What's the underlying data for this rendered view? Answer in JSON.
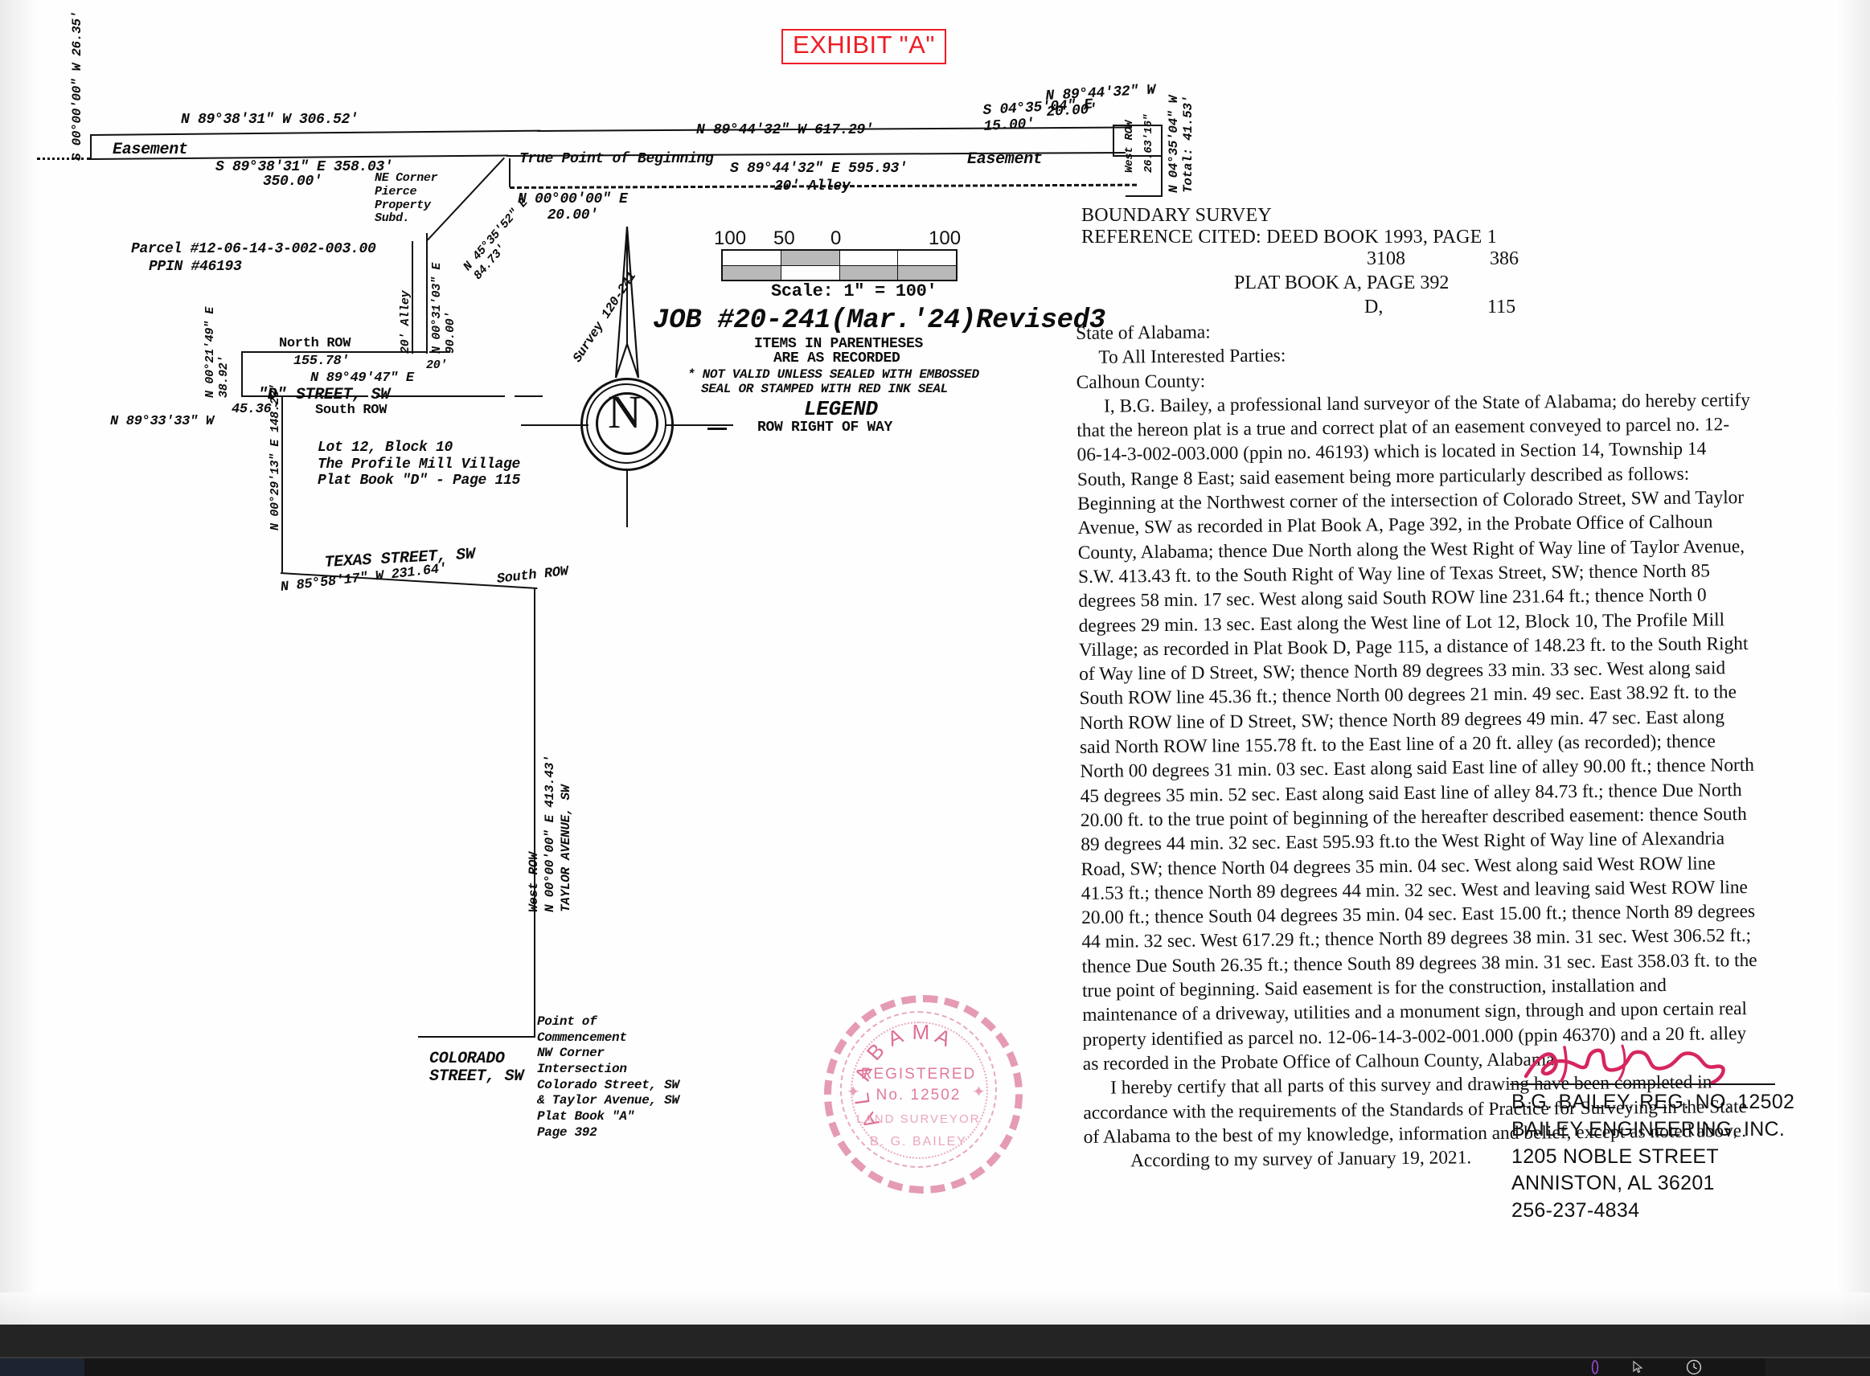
{
  "document": {
    "exhibit_stamp": "EXHIBIT \"A\"",
    "job_number": "JOB #20-241(Mar.'24)Revised3",
    "survey_label": "Survey 120-241"
  },
  "scale": {
    "ticks": [
      "100",
      "50",
      "0",
      "100"
    ],
    "caption": "Scale:   1\" = 100'"
  },
  "notes": {
    "parentheses_1": "ITEMS IN PARENTHESES",
    "parentheses_2": "ARE AS RECORDED",
    "seal_note_1": "* NOT VALID UNLESS SEALED WITH EMBOSSED",
    "seal_note_2": "SEAL OR STAMPED WITH RED INK SEAL"
  },
  "legend": {
    "title": "LEGEND",
    "items": [
      {
        "symbol": "line",
        "label": "ROW  RIGHT OF WAY"
      }
    ]
  },
  "drawing": {
    "labels": {
      "easement_left": "Easement",
      "easement_right": "Easement",
      "alley_20": "20' Alley",
      "alley_20_vertical": "20' Alley",
      "alley_20_short": "20'",
      "true_point_of_beginning": "True Point of Beginning",
      "ne_corner": "NE Corner\nPierce\nProperty\nSubd.",
      "parcel_no": "Parcel #12-06-14-3-002-003.00",
      "ppin_no": "PPIN #46193",
      "north_row": "North ROW",
      "south_row_d": "South ROW",
      "d_street": "\"D\" STREET, SW",
      "lot_block": "Lot 12, Block 10",
      "subdivision": "The Profile Mill Village",
      "platbook_d": "Plat Book \"D\" - Page 115",
      "texas_street": "TEXAS STREET, SW",
      "south_row_texas": "South ROW",
      "taylor_avenue": "TAYLOR AVENUE, SW",
      "west_row_taylor": "West ROW",
      "west_row_alex": "West ROW",
      "colorado_street": "COLORADO\nSTREET, SW",
      "point_of_commencement": "Point of\nCommencement\nNW Corner\nIntersection\nColorado Street, SW\n& Taylor Avenue, SW\nPlat Book \"A\"\nPage 392"
    },
    "bearings": {
      "b_s00_2635": "S 00°00'00\" W\n26.35'",
      "b_n8938_30652": "N 89°38'31\" W  306.52'",
      "b_s8938_35803": "S 89°38'31\" E  358.03'",
      "b_35000": "350.00'",
      "b_n8944_61729": "N 89°44'32\" W  617.29'",
      "b_s8944_59593": "S 89°44'32\" E  595.93'",
      "b_n0000_2000": "N 00°00'00\" E\n20.00'",
      "b_s0435_1500": "S 04°35'04\" E\n15.00'",
      "b_n8944_2000": "N 89°44'32\" W\n20.00'",
      "b_n0435_2663": "26.63'16\"",
      "b_n0435_total": "N 04°35'04\" W\nTotal: 41.53'",
      "b_n4535_8473": "N 45°35'52\" E\n84.73'",
      "b_n0031_9000": "N 00°31'03\" E\n90.00'",
      "b_n0021_3892": "N 00°21'49\" E\n38.92'",
      "b_n8933_4536": "N 89°33'33\" W",
      "b_4536": "45.36'",
      "b_n8949_15578": "N 89°49'47\" E",
      "b_15578": "155.78'",
      "b_n0029_14823": "N 00°29'13\" E  148.23'",
      "b_n8558_23164": "N 85°58'17\" W  231.64'",
      "b_n0000_41343": "N 00°00'00\" E  413.43'"
    }
  },
  "certificate": {
    "title": "BOUNDARY SURVEY",
    "reference_line": "REFERENCE CITED: DEED BOOK 1993, PAGE 1",
    "reference_row2_col1": "3108",
    "reference_row2_col2": "386",
    "plat_book_line": "PLAT BOOK A,    PAGE 392",
    "plat_book_row2_col1": "D,",
    "plat_book_row2_col2": "115",
    "state": "State of Alabama:",
    "parties": "To All Interested Parties:",
    "county": "Calhoun County:",
    "paragraph_1": "I, B.G. Bailey, a professional land surveyor of the State of Alabama; do hereby certify that the hereon plat is a true and correct plat of an easement conveyed to parcel no. 12-06-14-3-002-003.000 (ppin no. 46193) which is located in Section 14, Township 14 South, Range 8 East; said easement being more particularly described as follows: Beginning at the Northwest corner of the intersection of Colorado Street, SW and Taylor Avenue, SW as recorded in Plat Book A, Page 392, in the Probate Office of Calhoun County, Alabama; thence Due North along the West Right of Way line of Taylor Avenue, S.W. 413.43 ft. to the South Right of Way line of Texas Street, SW; thence North 85 degrees 58 min. 17 sec. West along said South ROW line 231.64 ft.; thence North 0 degrees 29 min. 13 sec. East along the West line of Lot 12, Block 10, The Profile Mill Village; as recorded in Plat Book D, Page 115, a distance of 148.23 ft. to the South Right of Way line of D Street, SW; thence North 89 degrees 33 min. 33 sec. West along said South ROW line 45.36 ft.; thence North 00 degrees 21 min. 49 sec. East 38.92 ft. to the North ROW line of D Street, SW; thence North 89 degrees 49 min. 47 sec. East along said North ROW line 155.78 ft. to the East line of a 20 ft. alley (as recorded); thence North 00 degrees 31 min. 03 sec. East along said East line of alley 90.00 ft.; thence North 45 degrees 35 min. 52 sec. East along said East line of alley 84.73 ft.; thence Due North 20.00 ft. to the true point of beginning of the hereafter described easement: thence South 89 degrees 44 min. 32 sec. East 595.93 ft.to the West Right of Way line of Alexandria Road, SW; thence North 04 degrees 35 min. 04 sec. West along said West ROW line 41.53 ft.; thence North 89 degrees 44 min. 32 sec. West and leaving said West ROW line 20.00 ft.; thence South 04 degrees 35 min.  04 sec. East 15.00 ft.; thence North 89 degrees 44 min. 32 sec. West 617.29 ft.; thence North 89 degrees 38 min. 31 sec. West 306.52 ft.; thence Due South 26.35 ft.; thence South 89 degrees 38 min. 31 sec. East 358.03 ft. to the true point of beginning. Said easement is for the construction, installation and maintenance of a driveway, utilities and a monument sign, through and upon certain real property identified as parcel no. 12-06-14-3-002-001.000 (ppin 46370) and a 20 ft. alley as recorded in the Probate Office of Calhoun County, Alabama.",
    "paragraph_2": "I hereby certify that all parts of this survey and drawing have been completed in accordance with the requirements of the Standards of Practice for Surveying in the State of Alabama to the best of my knowledge, information and belief, except as noted above.",
    "paragraph_3": "According to my survey of January 19, 2021."
  },
  "signature_block": {
    "lines": [
      "B.G. BAILEY, REG. NO. 12502",
      "BAILEY ENGINEERING, INC.",
      "1205 NOBLE STREET",
      "ANNISTON, AL 36201",
      "256-237-4834"
    ]
  },
  "seal": {
    "arc_text": "ALABAMA",
    "line_1": "REGISTERED",
    "line_2": "No. 12502",
    "line_3": "LAND SURVEYOR",
    "line_4": "B. G. BAILEY"
  },
  "colors": {
    "stamp_red": "#ee1c25",
    "seal_pink": "#df6f96",
    "ink_black": "#111111",
    "paper": "#fefefe",
    "taskbar": "#232323"
  }
}
